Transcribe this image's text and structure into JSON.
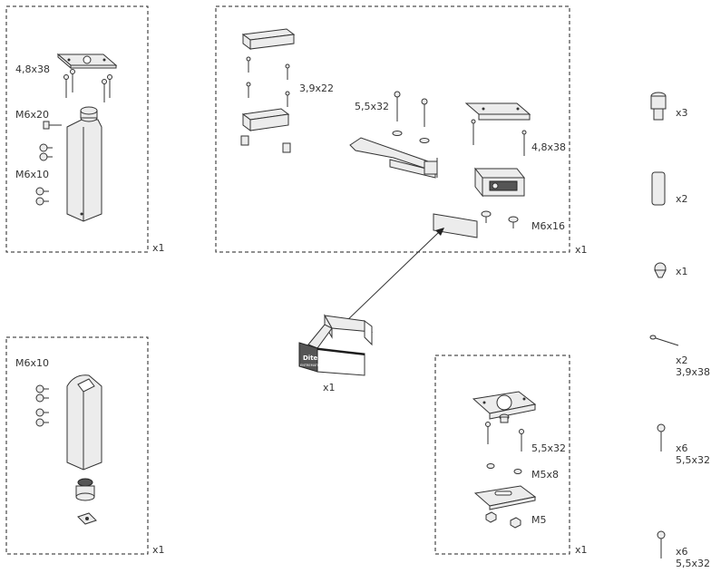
{
  "labels": {
    "box1_screw_a": "4,8x38",
    "box1_screw_b": "M6x20",
    "box1_screw_c": "M6x10",
    "box1_qty": "x1",
    "box2_screw_a": "3,9x22",
    "box2_screw_b": "5,5x32",
    "box2_screw_c": "4,8x38",
    "box2_screw_d": "M6x16",
    "box2_qty": "x1",
    "box3_screw_a": "M6x10",
    "box3_qty": "x1",
    "center_qty": "x1",
    "center_brand": "Ditec",
    "center_brand_sub": "ENTREMATIC",
    "box4_screw_a": "5,5x32",
    "box4_screw_b": "M5x8",
    "box4_screw_c": "M5",
    "box4_qty": "x1",
    "side_item1_qty": "x3",
    "side_item2_qty": "x2",
    "side_item3_qty": "x1",
    "side_item4_qty": "x2",
    "side_item4_size": "3,9x38",
    "side_item5_qty": "x6",
    "side_item5_size": "5,5x32",
    "side_item6_qty": "x6",
    "side_item6_size": "5,5x32"
  }
}
